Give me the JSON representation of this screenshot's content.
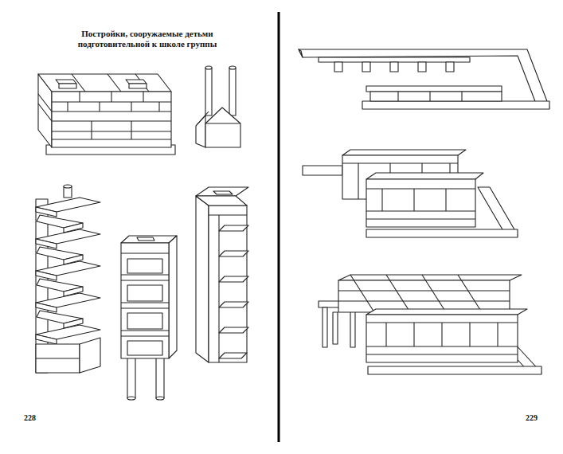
{
  "diagram": {
    "title": "Постройки, сооружаемые детьми подготовительной к школе группы",
    "labels": [
      "228",
      "229"
    ]
  }
}
